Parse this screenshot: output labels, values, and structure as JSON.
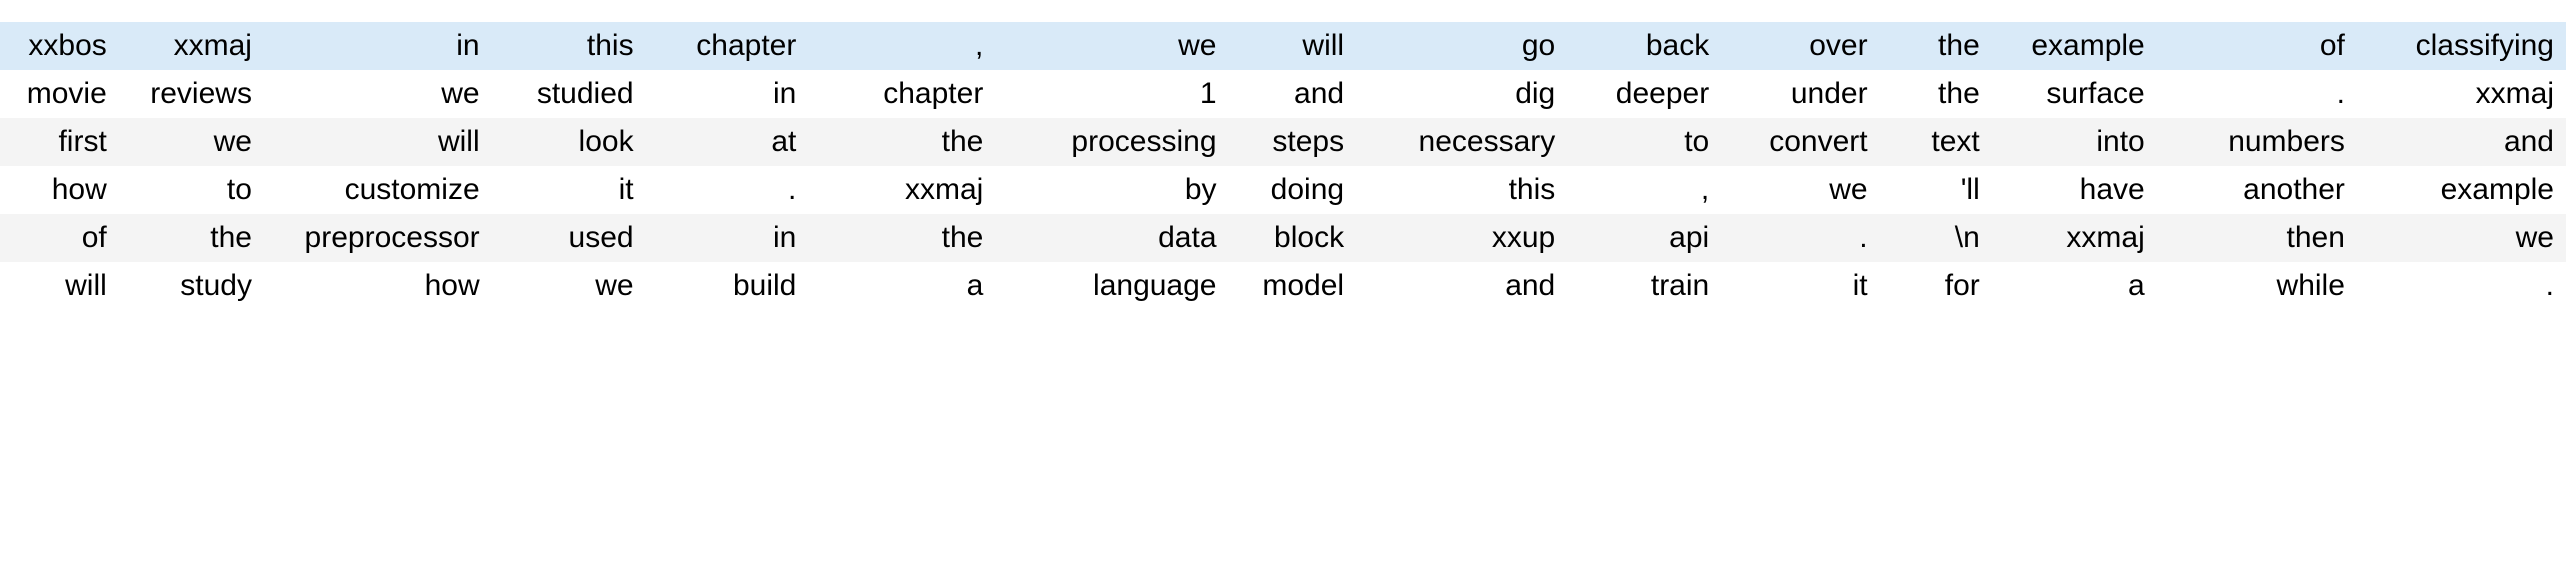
{
  "table": {
    "columns": 15,
    "row_count": 6,
    "colors": {
      "highlight_row_bg": "#d9eaf8",
      "stripe_row_bg": "#f4f4f4",
      "plain_row_bg": "#ffffff",
      "text": "#000000",
      "page_bg": "#ffffff"
    },
    "text_align": "right",
    "rows": [
      {
        "style": "highlight",
        "cells": [
          "xxbos",
          "xxmaj",
          "in",
          "this",
          "chapter",
          ",",
          "we",
          "will",
          "go",
          "back",
          "over",
          "the",
          "example",
          "of",
          "classifying"
        ]
      },
      {
        "style": "plain",
        "cells": [
          "movie",
          "reviews",
          "we",
          "studied",
          "in",
          "chapter",
          "1",
          "and",
          "dig",
          "deeper",
          "under",
          "the",
          "surface",
          ".",
          "xxmaj"
        ]
      },
      {
        "style": "stripe",
        "cells": [
          "first",
          "we",
          "will",
          "look",
          "at",
          "the",
          "processing",
          "steps",
          "necessary",
          "to",
          "convert",
          "text",
          "into",
          "numbers",
          "and"
        ]
      },
      {
        "style": "plain",
        "cells": [
          "how",
          "to",
          "customize",
          "it",
          ".",
          "xxmaj",
          "by",
          "doing",
          "this",
          ",",
          "we",
          "'ll",
          "have",
          "another",
          "example"
        ]
      },
      {
        "style": "stripe",
        "cells": [
          "of",
          "the",
          "preprocessor",
          "used",
          "in",
          "the",
          "data",
          "block",
          "xxup",
          "api",
          ".",
          "\\n",
          "xxmaj",
          "then",
          "we"
        ]
      },
      {
        "style": "plain",
        "cells": [
          "will",
          "study",
          "how",
          "we",
          "build",
          "a",
          "language",
          "model",
          "and",
          "train",
          "it",
          "for",
          "a",
          "while",
          "."
        ]
      }
    ]
  }
}
